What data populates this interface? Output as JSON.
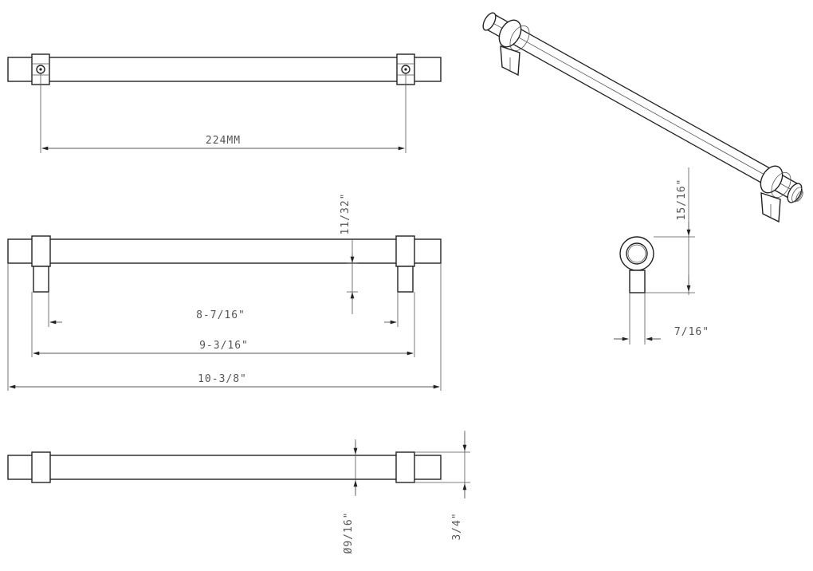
{
  "dimensions": {
    "center_to_center_mm": "224MM",
    "projection": "11/32\"",
    "inner_span": "8-7/16\"",
    "center_to_center_in": "9-3/16\"",
    "overall_length": "10-3/8\"",
    "bar_diameter": "Ø9/16\"",
    "post_height": "3/4\"",
    "end_height": "15/16\"",
    "end_width": "7/16\""
  }
}
